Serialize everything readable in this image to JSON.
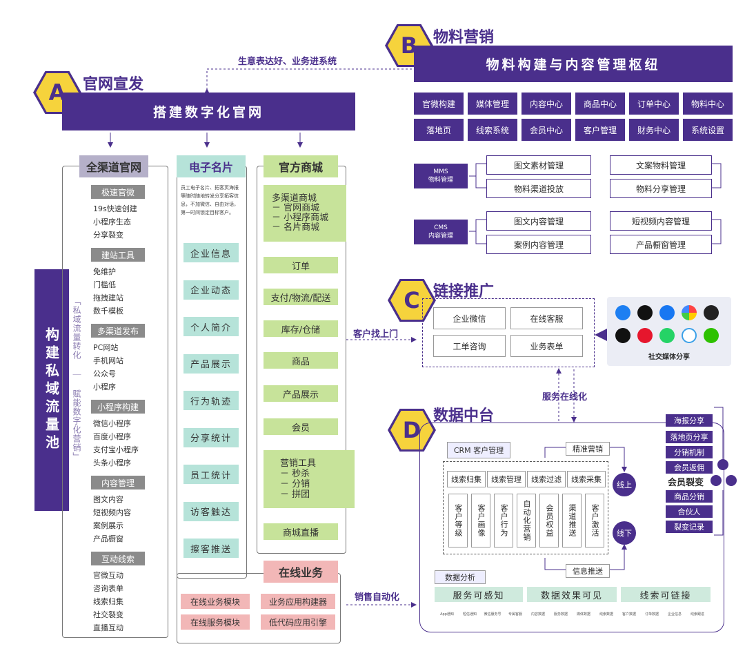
{
  "sectionA": {
    "letter": "A",
    "title": "官网宣发",
    "bar": "搭建数字化官网"
  },
  "sectionB": {
    "letter": "B",
    "title": "物料营销",
    "bar": "物料构建与内容管理枢纽",
    "grid": [
      "官微构建",
      "媒体管理",
      "内容中心",
      "商品中心",
      "订单中心",
      "物料中心",
      "落地页",
      "线索系统",
      "会员中心",
      "客户管理",
      "财务中心",
      "系统设置"
    ],
    "mms": {
      "label": "MMS\n物料管理",
      "items": [
        "图文素材管理",
        "文案物料管理",
        "物料渠道投放",
        "物料分享管理"
      ]
    },
    "cms": {
      "label": "CMS\n内容管理",
      "items": [
        "图文内容管理",
        "短视频内容管理",
        "案例内容管理",
        "产品橱窗管理"
      ]
    }
  },
  "top_link": "生意表达好、业务进系统",
  "left_vertical": "构建私域流量池",
  "left_side_text": "「私域流量转化 ｜ 赋能数字化营销」",
  "col1": {
    "head": "全渠道官网",
    "groups": [
      {
        "tag": "极速官微",
        "items": [
          "19s快速创建",
          "小程序生态",
          "分享裂变"
        ]
      },
      {
        "tag": "建站工具",
        "items": [
          "免维护",
          "门槛低",
          "拖拽建站",
          "数千模板"
        ]
      },
      {
        "tag": "多渠道发布",
        "items": [
          "PC网站",
          "手机网站",
          "公众号",
          "小程序"
        ]
      },
      {
        "tag": "小程序构建",
        "items": [
          "微信小程序",
          "百度小程序",
          "支付宝小程序",
          "头条小程序"
        ]
      },
      {
        "tag": "内容管理",
        "items": [
          "图文内容",
          "短视频内容",
          "案例展示",
          "产品橱窗"
        ]
      },
      {
        "tag": "互动线索",
        "items": [
          "官微互动",
          "咨询表单",
          "线索归集",
          "社交裂变",
          "直播互动"
        ]
      }
    ]
  },
  "col2": {
    "head": "电子名片",
    "desc": "员工电子名片、拓客页海报等随时随地转发分享拓客信息，不加微信、自由对话，第一时间锁定目标客户。",
    "items": [
      "企业信息",
      "企业动态",
      "个人简介",
      "产品展示",
      "行为轨迹",
      "分享统计",
      "员工统计",
      "访客触达",
      "擦客推送"
    ]
  },
  "col3": {
    "head": "官方商城",
    "top": "多渠道商城\n－ 官网商城\n－ 小程序商城\n－ 名片商城",
    "items": [
      "订单",
      "支付/物流/配送",
      "库存/仓储",
      "商品",
      "产品展示",
      "会员"
    ],
    "tools": "营销工具\n－ 秒杀\n－ 分销\n－ 拼团",
    "live": "商城直播"
  },
  "online": {
    "head": "在线业务",
    "items": [
      "在线业务模块",
      "业务应用构建器",
      "在线服务模块",
      "低代码应用引擎"
    ],
    "arrow": "销售自动化"
  },
  "sectionC": {
    "letter": "C",
    "title": "链接推广",
    "items": [
      "企业微信",
      "在线客服",
      "工单咨询",
      "业务表单"
    ],
    "arrow": "客户找上门",
    "social": "社交媒体分享",
    "service": "服务在线化"
  },
  "sectionD": {
    "letter": "D",
    "title": "数据中台",
    "crm": "CRM 客户管理",
    "precise": "精准营销",
    "push": "信息推送",
    "row1": [
      "线索归集",
      "线索管理",
      "线索过滤",
      "线索采集"
    ],
    "row2": [
      "客户等级",
      "客户画像",
      "客户行为",
      "自动化营销",
      "会员权益",
      "渠道推送",
      "客户激活"
    ],
    "online": "线上",
    "offline": "线下",
    "analysis": "数据分析",
    "bottom": [
      "服务可感知",
      "数据效果可见",
      "线索可链接"
    ],
    "tiny": [
      "App通知",
      "短信通知",
      "微信服务号",
      "专属客服",
      "内容数据",
      "服务数据",
      "媒体数据",
      "线索数据",
      "客户数据",
      "订单数据",
      "企业信息",
      "线索跟进"
    ]
  },
  "fission": {
    "title": "会员裂变",
    "items": [
      "海报分享",
      "落地页分享",
      "分销机制",
      "会员返佣",
      "商品分销",
      "合伙人",
      "裂变记录"
    ]
  },
  "colors": {
    "purple": "#4a2f8c",
    "yellow": "#f6d33c"
  }
}
